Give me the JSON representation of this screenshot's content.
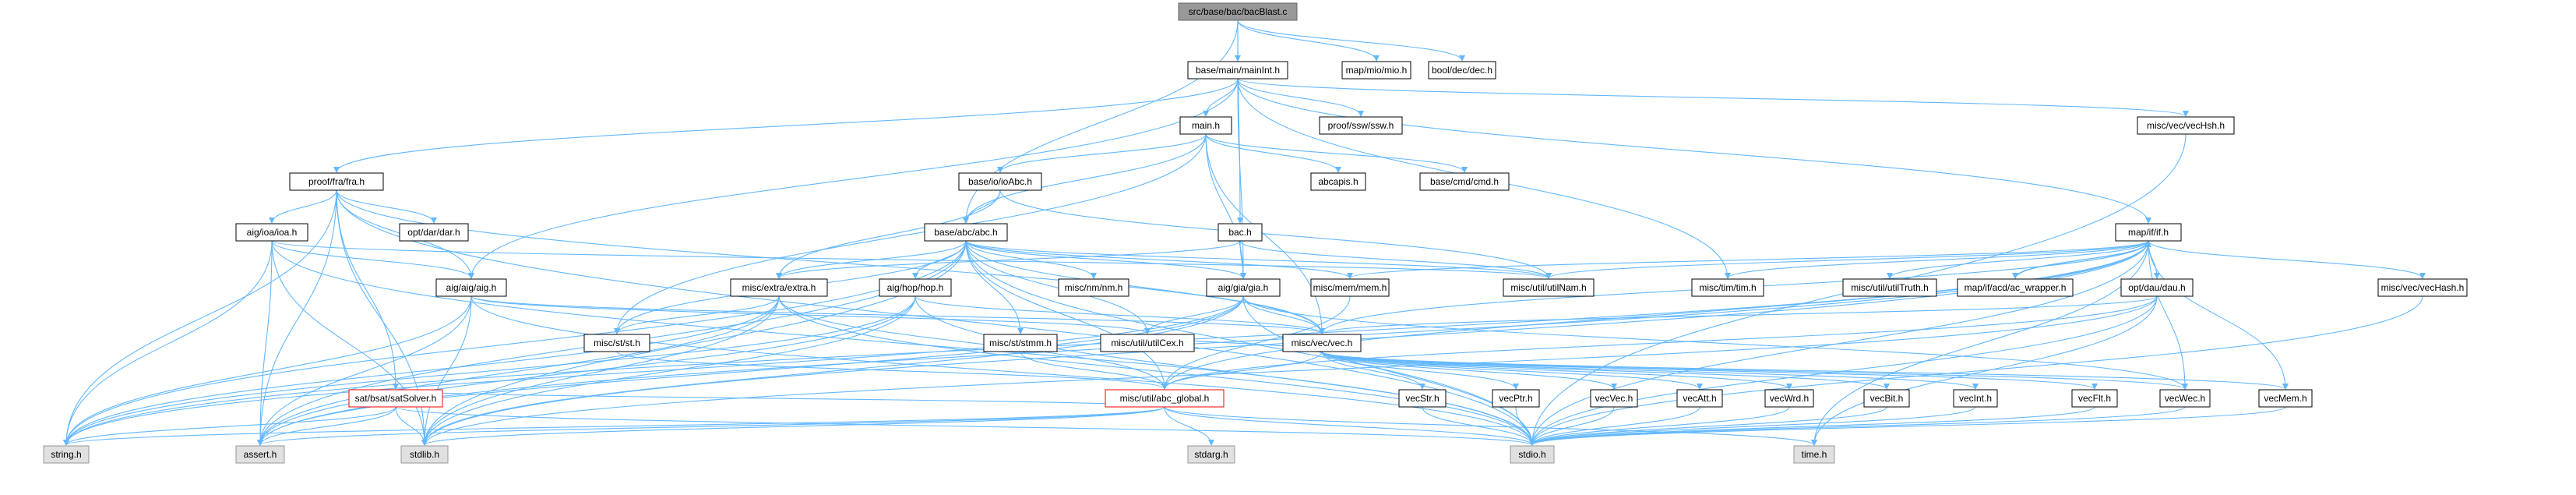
{
  "colors": {
    "edge": "#63b8ff",
    "node_fill": "#ffffff",
    "node_border": "#000000",
    "root_fill": "#999999",
    "root_border": "#666666",
    "missing_fill": "#e0e0e0",
    "missing_border": "#999999",
    "highlight_border": "#ff0000"
  },
  "nodes": [
    {
      "id": "root",
      "label": "src/base/bac/bacBlast.c",
      "style": "root"
    },
    {
      "id": "mainInt",
      "label": "base/main/mainInt.h",
      "style": "normal"
    },
    {
      "id": "mio",
      "label": "map/mio/mio.h",
      "style": "normal"
    },
    {
      "id": "dec",
      "label": "bool/dec/dec.h",
      "style": "normal"
    },
    {
      "id": "fra",
      "label": "proof/fra/fra.h",
      "style": "normal"
    },
    {
      "id": "mainh",
      "label": "main.h",
      "style": "normal"
    },
    {
      "id": "ssw",
      "label": "proof/ssw/ssw.h",
      "style": "normal"
    },
    {
      "id": "vecHsh",
      "label": "misc/vec/vecHsh.h",
      "style": "normal"
    },
    {
      "id": "ioAbc",
      "label": "base/io/ioAbc.h",
      "style": "normal"
    },
    {
      "id": "abcapis",
      "label": "abcapis.h",
      "style": "normal"
    },
    {
      "id": "cmd",
      "label": "base/cmd/cmd.h",
      "style": "normal"
    },
    {
      "id": "ioa",
      "label": "aig/ioa/ioa.h",
      "style": "normal"
    },
    {
      "id": "dar",
      "label": "opt/dar/dar.h",
      "style": "normal"
    },
    {
      "id": "abc",
      "label": "base/abc/abc.h",
      "style": "normal"
    },
    {
      "id": "bac",
      "label": "bac.h",
      "style": "normal"
    },
    {
      "id": "ifh",
      "label": "map/if/if.h",
      "style": "normal"
    },
    {
      "id": "aig",
      "label": "aig/aig/aig.h",
      "style": "normal"
    },
    {
      "id": "extra",
      "label": "misc/extra/extra.h",
      "style": "normal"
    },
    {
      "id": "hop",
      "label": "aig/hop/hop.h",
      "style": "normal"
    },
    {
      "id": "gia",
      "label": "aig/gia/gia.h",
      "style": "normal"
    },
    {
      "id": "nm",
      "label": "misc/nm/nm.h",
      "style": "normal"
    },
    {
      "id": "mem",
      "label": "misc/mem/mem.h",
      "style": "normal"
    },
    {
      "id": "utilNam",
      "label": "misc/util/utilNam.h",
      "style": "normal"
    },
    {
      "id": "tim",
      "label": "misc/tim/tim.h",
      "style": "normal"
    },
    {
      "id": "utilTruth",
      "label": "misc/util/utilTruth.h",
      "style": "normal"
    },
    {
      "id": "acwrap",
      "label": "map/if/acd/ac_wrapper.h",
      "style": "normal"
    },
    {
      "id": "dau",
      "label": "opt/dau/dau.h",
      "style": "normal"
    },
    {
      "id": "vecHash",
      "label": "misc/vec/vecHash.h",
      "style": "normal"
    },
    {
      "id": "st",
      "label": "misc/st/st.h",
      "style": "normal"
    },
    {
      "id": "stmm",
      "label": "misc/st/stmm.h",
      "style": "normal"
    },
    {
      "id": "utilCex",
      "label": "misc/util/utilCex.h",
      "style": "normal"
    },
    {
      "id": "vec",
      "label": "misc/vec/vec.h",
      "style": "normal"
    },
    {
      "id": "satSolver",
      "label": "sat/bsat/satSolver.h",
      "style": "highlight"
    },
    {
      "id": "abcglobal",
      "label": "misc/util/abc_global.h",
      "style": "highlight"
    },
    {
      "id": "vecStr",
      "label": "vecStr.h",
      "style": "normal"
    },
    {
      "id": "vecPtr",
      "label": "vecPtr.h",
      "style": "normal"
    },
    {
      "id": "vecVec",
      "label": "vecVec.h",
      "style": "normal"
    },
    {
      "id": "vecAtt",
      "label": "vecAtt.h",
      "style": "normal"
    },
    {
      "id": "vecWrd",
      "label": "vecWrd.h",
      "style": "normal"
    },
    {
      "id": "vecBit",
      "label": "vecBit.h",
      "style": "normal"
    },
    {
      "id": "vecInt",
      "label": "vecInt.h",
      "style": "normal"
    },
    {
      "id": "vecFlt",
      "label": "vecFlt.h",
      "style": "normal"
    },
    {
      "id": "vecWec",
      "label": "vecWec.h",
      "style": "normal"
    },
    {
      "id": "vecMem",
      "label": "vecMem.h",
      "style": "normal"
    },
    {
      "id": "string",
      "label": "string.h",
      "style": "missing"
    },
    {
      "id": "assert",
      "label": "assert.h",
      "style": "missing"
    },
    {
      "id": "stdlib",
      "label": "stdlib.h",
      "style": "missing"
    },
    {
      "id": "stdarg",
      "label": "stdarg.h",
      "style": "missing"
    },
    {
      "id": "stdio",
      "label": "stdio.h",
      "style": "missing"
    },
    {
      "id": "time",
      "label": "time.h",
      "style": "missing"
    }
  ],
  "edges": [
    [
      "root",
      "mainInt"
    ],
    [
      "root",
      "mio"
    ],
    [
      "root",
      "dec"
    ],
    [
      "root",
      "bac"
    ],
    [
      "root",
      "abc"
    ],
    [
      "mainInt",
      "fra"
    ],
    [
      "mainInt",
      "mainh"
    ],
    [
      "mainInt",
      "ssw"
    ],
    [
      "mainInt",
      "vecHsh"
    ],
    [
      "mainInt",
      "ifh"
    ],
    [
      "mainInt",
      "aig"
    ],
    [
      "mainInt",
      "gia"
    ],
    [
      "mainInt",
      "tim"
    ],
    [
      "mainh",
      "ioAbc"
    ],
    [
      "mainh",
      "abcapis"
    ],
    [
      "mainh",
      "cmd"
    ],
    [
      "mainh",
      "abc"
    ],
    [
      "mainh",
      "gia"
    ],
    [
      "mainh",
      "vec"
    ],
    [
      "mainh",
      "st"
    ],
    [
      "fra",
      "ioa"
    ],
    [
      "fra",
      "dar"
    ],
    [
      "fra",
      "aig"
    ],
    [
      "fra",
      "satSolver"
    ],
    [
      "fra",
      "string"
    ],
    [
      "fra",
      "assert"
    ],
    [
      "fra",
      "stdlib"
    ],
    [
      "fra",
      "stdio"
    ],
    [
      "fra",
      "vec"
    ],
    [
      "ioAbc",
      "abc"
    ],
    [
      "ioAbc",
      "utilNam"
    ],
    [
      "ioAbc",
      "extra"
    ],
    [
      "ioa",
      "aig"
    ],
    [
      "ioa",
      "string"
    ],
    [
      "ioa",
      "assert"
    ],
    [
      "ioa",
      "stdlib"
    ],
    [
      "ioa",
      "stdio"
    ],
    [
      "ioa",
      "utilNam"
    ],
    [
      "abc",
      "extra"
    ],
    [
      "abc",
      "hop"
    ],
    [
      "abc",
      "gia"
    ],
    [
      "abc",
      "nm"
    ],
    [
      "abc",
      "mem"
    ],
    [
      "abc",
      "utilNam"
    ],
    [
      "abc",
      "st"
    ],
    [
      "abc",
      "stmm"
    ],
    [
      "abc",
      "utilCex"
    ],
    [
      "abc",
      "vec"
    ],
    [
      "abc",
      "string"
    ],
    [
      "abc",
      "assert"
    ],
    [
      "abc",
      "stdlib"
    ],
    [
      "abc",
      "stdio"
    ],
    [
      "abc",
      "abcglobal"
    ],
    [
      "bac",
      "gia"
    ],
    [
      "bac",
      "extra"
    ],
    [
      "bac",
      "utilNam"
    ],
    [
      "ifh",
      "mem"
    ],
    [
      "ifh",
      "utilNam"
    ],
    [
      "ifh",
      "tim"
    ],
    [
      "ifh",
      "utilTruth"
    ],
    [
      "ifh",
      "acwrap"
    ],
    [
      "ifh",
      "dau"
    ],
    [
      "ifh",
      "vecHash"
    ],
    [
      "ifh",
      "vec"
    ],
    [
      "ifh",
      "vecWec"
    ],
    [
      "ifh",
      "vecMem"
    ],
    [
      "ifh",
      "stdio"
    ],
    [
      "ifh",
      "stdlib"
    ],
    [
      "ifh",
      "string"
    ],
    [
      "ifh",
      "time"
    ],
    [
      "ifh",
      "assert"
    ],
    [
      "ifh",
      "abcglobal"
    ],
    [
      "acwrap",
      "ifh"
    ],
    [
      "aig",
      "vec"
    ],
    [
      "aig",
      "utilCex"
    ],
    [
      "aig",
      "string"
    ],
    [
      "aig",
      "assert"
    ],
    [
      "aig",
      "stdlib"
    ],
    [
      "aig",
      "stdio"
    ],
    [
      "extra",
      "st"
    ],
    [
      "extra",
      "abcglobal"
    ],
    [
      "extra",
      "string"
    ],
    [
      "extra",
      "assert"
    ],
    [
      "extra",
      "stdlib"
    ],
    [
      "extra",
      "stdio"
    ],
    [
      "hop",
      "vec"
    ],
    [
      "hop",
      "string"
    ],
    [
      "hop",
      "assert"
    ],
    [
      "hop",
      "stdlib"
    ],
    [
      "hop",
      "stdio"
    ],
    [
      "gia",
      "vec"
    ],
    [
      "gia",
      "utilCex"
    ],
    [
      "gia",
      "stdio"
    ],
    [
      "gia",
      "stdlib"
    ],
    [
      "gia",
      "string"
    ],
    [
      "gia",
      "assert"
    ],
    [
      "gia",
      "vecWec"
    ],
    [
      "mem",
      "abcglobal"
    ],
    [
      "dau",
      "vec"
    ],
    [
      "dau",
      "stdio"
    ],
    [
      "dau",
      "stdlib"
    ],
    [
      "dau",
      "time"
    ],
    [
      "dau",
      "abcglobal"
    ],
    [
      "vecHash",
      "stdio"
    ],
    [
      "vecHsh",
      "stdio"
    ],
    [
      "st",
      "abcglobal"
    ],
    [
      "stmm",
      "abcglobal"
    ],
    [
      "utilCex",
      "vec"
    ],
    [
      "vec",
      "abcglobal"
    ],
    [
      "vec",
      "vecStr"
    ],
    [
      "vec",
      "vecPtr"
    ],
    [
      "vec",
      "vecVec"
    ],
    [
      "vec",
      "vecAtt"
    ],
    [
      "vec",
      "vecWrd"
    ],
    [
      "vec",
      "vecBit"
    ],
    [
      "vec",
      "vecInt"
    ],
    [
      "vec",
      "vecFlt"
    ],
    [
      "vec",
      "vecWec"
    ],
    [
      "vec",
      "vecMem"
    ],
    [
      "satSolver",
      "string"
    ],
    [
      "satSolver",
      "assert"
    ],
    [
      "satSolver",
      "stdlib"
    ],
    [
      "satSolver",
      "stdio"
    ],
    [
      "satSolver",
      "abcglobal"
    ],
    [
      "abcglobal",
      "stdarg"
    ],
    [
      "abcglobal",
      "stdio"
    ],
    [
      "abcglobal",
      "stdlib"
    ],
    [
      "abcglobal",
      "string"
    ],
    [
      "abcglobal",
      "assert"
    ],
    [
      "abcglobal",
      "time"
    ],
    [
      "vecStr",
      "stdio"
    ],
    [
      "vecPtr",
      "stdio"
    ],
    [
      "vecVec",
      "stdio"
    ],
    [
      "vecAtt",
      "stdio"
    ],
    [
      "vecWrd",
      "stdio"
    ],
    [
      "vecBit",
      "stdio"
    ],
    [
      "vecInt",
      "stdio"
    ],
    [
      "vecFlt",
      "stdio"
    ],
    [
      "vecWec",
      "stdio"
    ],
    [
      "vecMem",
      "stdio"
    ]
  ]
}
